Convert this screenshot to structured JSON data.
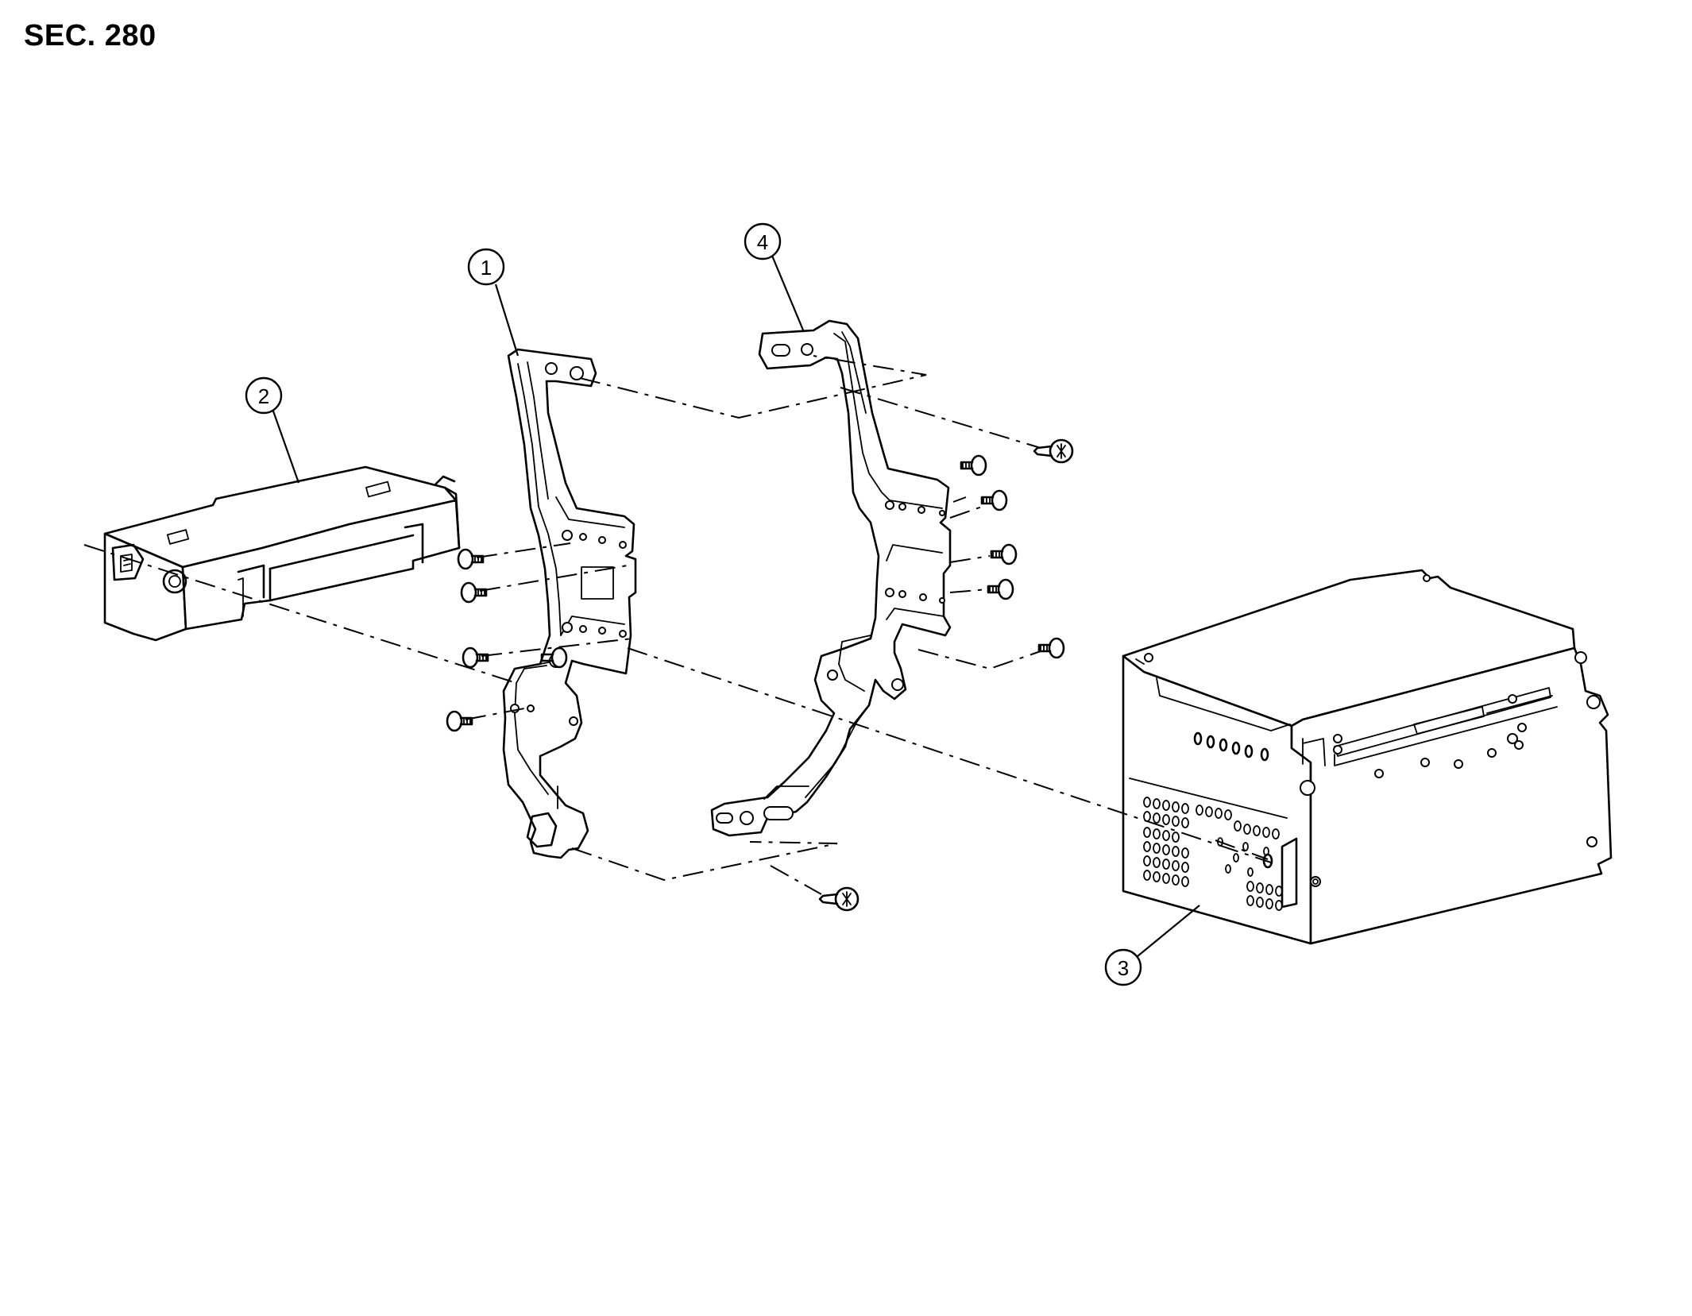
{
  "section_label": "SEC. 280",
  "callouts": [
    {
      "id": "c1",
      "number": "1"
    },
    {
      "id": "c2",
      "number": "2"
    },
    {
      "id": "c3",
      "number": "3"
    },
    {
      "id": "c4",
      "number": "4"
    }
  ]
}
